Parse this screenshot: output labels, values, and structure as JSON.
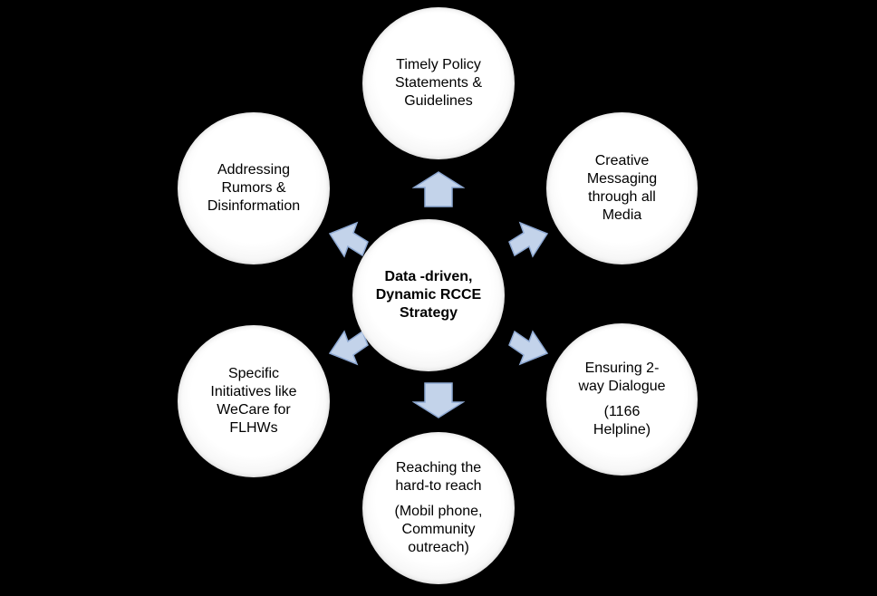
{
  "center": {
    "lines": [
      "Data -driven,",
      "Dynamic RCCE",
      "Strategy"
    ]
  },
  "nodes": {
    "top": {
      "lines": [
        "Timely Policy",
        "Statements &",
        "Guidelines"
      ]
    },
    "top_right": {
      "lines": [
        "Creative",
        "Messaging",
        "through all",
        "Media"
      ]
    },
    "bottom_right": {
      "lines": [
        "Ensuring 2-",
        "way Dialogue"
      ],
      "note": [
        "(1166",
        "Helpline)"
      ]
    },
    "bottom": {
      "lines": [
        "Reaching the",
        "hard-to reach"
      ],
      "note": [
        "(Mobil phone,",
        "Community",
        "outreach)"
      ]
    },
    "bottom_left": {
      "lines": [
        "Specific",
        "Initiatives like",
        "WeCare for",
        "FLHWs"
      ]
    },
    "top_left": {
      "lines": [
        "Addressing",
        "Rumors &",
        "Disinformation"
      ]
    }
  },
  "colors": {
    "background": "#000000",
    "node_fill": "#ffffff",
    "arrow_fill": "#c3d3ea",
    "arrow_stroke": "#8ea9d3"
  }
}
